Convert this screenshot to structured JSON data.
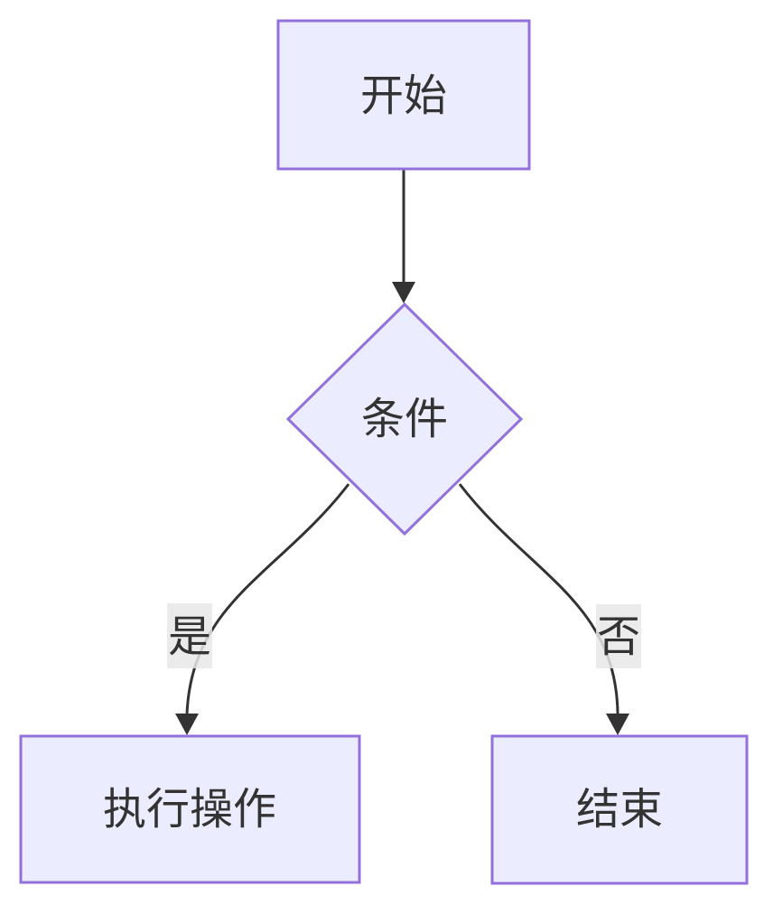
{
  "diagram": {
    "type": "flowchart",
    "direction": "top-down",
    "nodes": [
      {
        "id": "start",
        "label": "开始",
        "shape": "rectangle"
      },
      {
        "id": "condition",
        "label": "条件",
        "shape": "diamond"
      },
      {
        "id": "action",
        "label": "执行操作",
        "shape": "rectangle"
      },
      {
        "id": "end",
        "label": "结束",
        "shape": "rectangle"
      }
    ],
    "edges": [
      {
        "from": "start",
        "to": "condition",
        "label": ""
      },
      {
        "from": "condition",
        "to": "action",
        "label": "是"
      },
      {
        "from": "condition",
        "to": "end",
        "label": "否"
      }
    ],
    "colors": {
      "node_fill": "#ECECFF",
      "node_stroke": "#9370DB",
      "edge_stroke": "#333333",
      "text": "#333333",
      "edge_label_bg": "#e8e8e8",
      "background": "#ffffff"
    }
  }
}
